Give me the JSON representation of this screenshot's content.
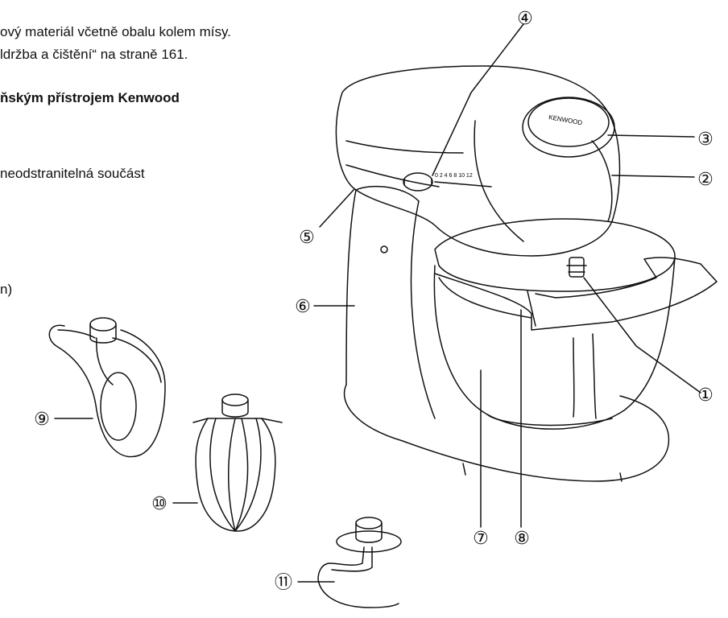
{
  "text": {
    "line1": "ový materiál včetně obalu kolem mísy.",
    "line2": "ldržba a čištění“ na straně 161.",
    "heading": "ňským přístrojem Kenwood",
    "line4": "neodstranitelná součást",
    "line5": "n)"
  },
  "device": {
    "brand_label": "KENWOOD",
    "speed_marks": "0 2 4 6 8 10 12"
  },
  "callouts": [
    {
      "id": "1",
      "label": "①"
    },
    {
      "id": "2",
      "label": "②"
    },
    {
      "id": "3",
      "label": "③"
    },
    {
      "id": "4",
      "label": "④"
    },
    {
      "id": "5",
      "label": "⑤"
    },
    {
      "id": "6",
      "label": "⑥"
    },
    {
      "id": "7",
      "label": "⑦"
    },
    {
      "id": "8",
      "label": "⑧"
    },
    {
      "id": "9",
      "label": "⑨"
    },
    {
      "id": "10",
      "label": "⑩"
    },
    {
      "id": "11",
      "label": "⑪"
    }
  ]
}
